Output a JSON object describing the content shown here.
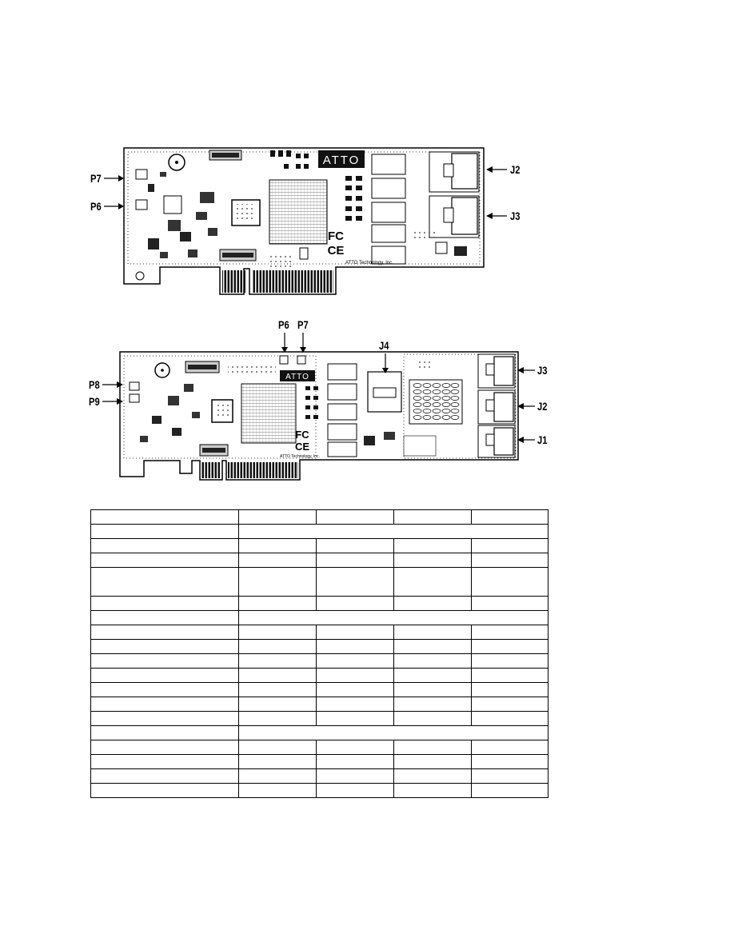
{
  "board_top": {
    "logo_text": "ATTO",
    "company_text": "ATTO Technology, Inc.",
    "fcc_mark": "FC",
    "ce_mark": "CE",
    "callouts": {
      "p7": "P7",
      "p6": "P6",
      "j2": "J2",
      "j3": "J3"
    }
  },
  "board_bottom": {
    "logo_text": "ATTO",
    "company_text": "ATTO Technology, Inc.",
    "fcc_mark": "FC",
    "ce_mark": "CE",
    "callouts": {
      "p6": "P6",
      "p7": "P7",
      "j4": "J4",
      "p8": "P8",
      "p9": "P9",
      "j3": "J3",
      "j2": "J2",
      "j1": "J1"
    }
  },
  "table": {
    "columns": 5,
    "rows": [
      {
        "kind": "normal",
        "cells": [
          "",
          "",
          "",
          "",
          ""
        ]
      },
      {
        "kind": "section",
        "cells": [
          "",
          ""
        ]
      },
      {
        "kind": "normal",
        "cells": [
          "",
          "",
          "",
          "",
          ""
        ]
      },
      {
        "kind": "normal",
        "cells": [
          "",
          "",
          "",
          "",
          ""
        ]
      },
      {
        "kind": "tall",
        "cells": [
          "",
          "",
          "",
          "",
          ""
        ]
      },
      {
        "kind": "normal",
        "cells": [
          "",
          "",
          "",
          "",
          ""
        ]
      },
      {
        "kind": "section",
        "cells": [
          "",
          ""
        ]
      },
      {
        "kind": "normal",
        "cells": [
          "",
          "",
          "",
          "",
          ""
        ]
      },
      {
        "kind": "normal",
        "cells": [
          "",
          "",
          "",
          "",
          ""
        ]
      },
      {
        "kind": "normal",
        "cells": [
          "",
          "",
          "",
          "",
          ""
        ]
      },
      {
        "kind": "normal",
        "cells": [
          "",
          "",
          "",
          "",
          ""
        ]
      },
      {
        "kind": "normal",
        "cells": [
          "",
          "",
          "",
          "",
          ""
        ]
      },
      {
        "kind": "normal",
        "cells": [
          "",
          "",
          "",
          "",
          ""
        ]
      },
      {
        "kind": "normal",
        "cells": [
          "",
          "",
          "",
          "",
          ""
        ]
      },
      {
        "kind": "section",
        "cells": [
          "",
          ""
        ]
      },
      {
        "kind": "normal",
        "cells": [
          "",
          "",
          "",
          "",
          ""
        ]
      },
      {
        "kind": "normal",
        "cells": [
          "",
          "",
          "",
          "",
          ""
        ]
      },
      {
        "kind": "normal",
        "cells": [
          "",
          "",
          "",
          "",
          ""
        ]
      },
      {
        "kind": "normal",
        "cells": [
          "",
          "",
          "",
          "",
          ""
        ]
      }
    ]
  }
}
